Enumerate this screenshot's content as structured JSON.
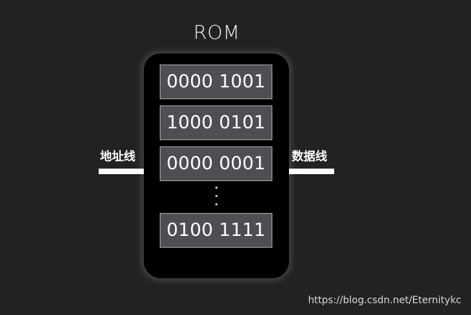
{
  "title": "ROM",
  "memory_cells": [
    "0000 1001",
    "1000 0101",
    "0000 0001",
    "0100 1111"
  ],
  "ellipsis": "⋮",
  "address_line_label": "地址线",
  "data_line_label": "数据线",
  "watermark": "https://blog.csdn.net/Eternitykc"
}
